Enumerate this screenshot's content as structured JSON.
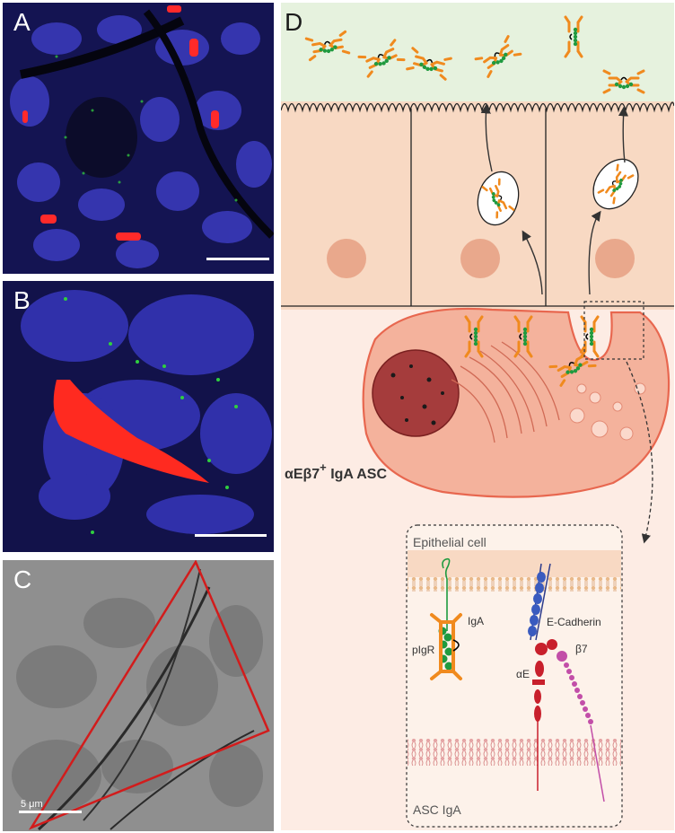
{
  "panels": {
    "a": {
      "label": "A"
    },
    "b": {
      "label": "B"
    },
    "c": {
      "label": "C",
      "scale_bar": "5 μm"
    },
    "d": {
      "label": "D",
      "asc_label": "αEβ7",
      "asc_sup": "+",
      "asc_suffix": " IgA ASC",
      "inset": {
        "top_label": "Epithelial cell",
        "bottom_label": "ASC IgA",
        "pigr": "pIgR",
        "iga": "IgA",
        "ecad": "E-Cadherin",
        "alpha_e": "αE",
        "beta7": "β7"
      }
    }
  },
  "colors": {
    "lumen": "#e6f2de",
    "epithelium": "#f8d9c3",
    "nucleus": "#e9a88c",
    "asc_cell": "#f4b29c",
    "asc_nucleus": "#a53c3c",
    "iga_orange": "#f08a1e",
    "pigr_green": "#1f9a3f",
    "ecad_blue": "#3a5bbf",
    "alphaE_red": "#c8202c",
    "beta7_magenta": "#c24ea8"
  }
}
